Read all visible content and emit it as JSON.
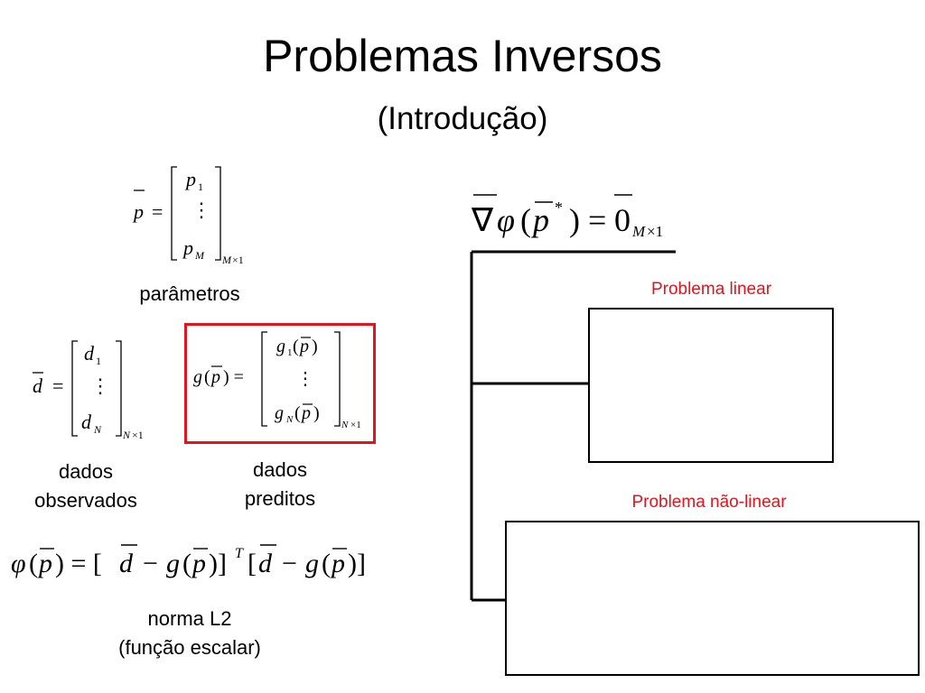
{
  "slide": {
    "title": "Problemas Inversos",
    "subtitle": "(Introdução)"
  },
  "labels": {
    "parametros": "parâmetros",
    "dados_observados_line1": "dados",
    "dados_observados_line2": "observados",
    "dados_preditos_line1": "dados",
    "dados_preditos_line2": "preditos",
    "norma_line1": "norma L2",
    "norma_line2": "(função escalar)",
    "problema_linear": "Problema linear",
    "problema_nao_linear": "Problema não-linear"
  },
  "colors": {
    "accent_red": "#e3141c",
    "text": "#000000"
  }
}
